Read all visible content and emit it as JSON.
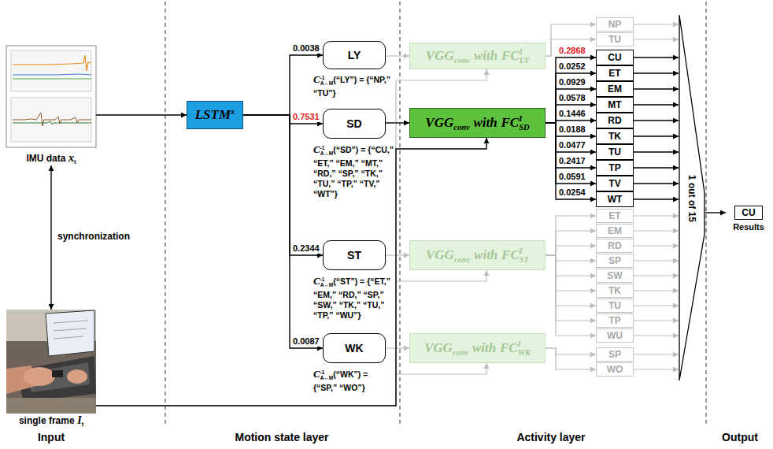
{
  "diagram": {
    "nodes": [
      {
        "text": [
          "IMU data",
          "x",
          "t"
        ]
      },
      {
        "text": [
          "single frame",
          "I",
          "t"
        ]
      },
      {
        "text": [
          "LSTM",
          "x"
        ]
      },
      {
        "text": [
          "LY"
        ]
      },
      {
        "text": [
          "SD"
        ]
      },
      {
        "text": [
          "ST"
        ]
      },
      {
        "text": [
          "WK"
        ]
      },
      {
        "text": [
          "VGG",
          "conv",
          "with",
          "FC",
          "I",
          "LY"
        ]
      },
      {
        "text": [
          "VGG",
          "conv",
          "with",
          "FC",
          "I",
          "SD"
        ]
      },
      {
        "text": [
          "VGG",
          "conv",
          "with",
          "FC",
          "I",
          "ST"
        ]
      },
      {
        "text": [
          "VGG",
          "conv",
          "with",
          "FC",
          "I",
          "WK"
        ]
      },
      {
        "text": [
          "NP"
        ]
      },
      {
        "text": [
          "TU"
        ]
      },
      {
        "text": [
          "CU"
        ]
      },
      {
        "text": [
          "ET"
        ]
      },
      {
        "text": [
          "EM"
        ]
      },
      {
        "text": [
          "MT"
        ]
      },
      {
        "text": [
          "RD"
        ]
      },
      {
        "text": [
          "TK"
        ]
      },
      {
        "text": [
          "TU"
        ]
      },
      {
        "text": [
          "TP"
        ]
      },
      {
        "text": [
          "TV"
        ]
      },
      {
        "text": [
          "WT"
        ]
      },
      {
        "text": [
          "ET"
        ]
      },
      {
        "text": [
          "EM"
        ]
      },
      {
        "text": [
          "RD"
        ]
      },
      {
        "text": [
          "SP"
        ]
      },
      {
        "text": [
          "SW"
        ]
      },
      {
        "text": [
          "TK"
        ]
      },
      {
        "text": [
          "TU"
        ]
      },
      {
        "text": [
          "TP"
        ]
      },
      {
        "text": [
          "WU"
        ]
      },
      {
        "text": [
          "SP"
        ]
      },
      {
        "text": [
          "WO"
        ]
      },
      {
        "text": [
          "1 out of 15"
        ]
      },
      {
        "text": [
          "CU",
          "Results"
        ]
      }
    ],
    "edges": [
      {
        "from": 0,
        "to": 2,
        "arrow": "to"
      },
      {
        "from": 0,
        "to": 1,
        "label": "synchronization",
        "arrow": "both"
      },
      {
        "from": 2,
        "to": 3,
        "label": "0.0038",
        "arrow": "to"
      },
      {
        "from": 2,
        "to": 4,
        "label": "0.7531",
        "arrow": "to"
      },
      {
        "from": 2,
        "to": 5,
        "label": "0.2344",
        "arrow": "to"
      },
      {
        "from": 2,
        "to": 6,
        "label": "0.0087",
        "arrow": "to"
      },
      {
        "from": 3,
        "to": 7,
        "arrow": "to"
      },
      {
        "from": 4,
        "to": 8,
        "arrow": "to"
      },
      {
        "from": 5,
        "to": 9,
        "arrow": "to"
      },
      {
        "from": 6,
        "to": 10,
        "arrow": "to"
      },
      {
        "from": 1,
        "to": 7,
        "arrow": "to"
      },
      {
        "from": 1,
        "to": 8,
        "arrow": "to"
      },
      {
        "from": 1,
        "to": 9,
        "arrow": "to"
      },
      {
        "from": 1,
        "to": 10,
        "arrow": "to"
      },
      {
        "from": 7,
        "to": 11,
        "arrow": "to"
      },
      {
        "from": 7,
        "to": 12,
        "arrow": "to"
      },
      {
        "from": 8,
        "to": 13,
        "label": "0.2868",
        "arrow": "to"
      },
      {
        "from": 8,
        "to": 14,
        "label": "0.0252",
        "arrow": "to"
      },
      {
        "from": 8,
        "to": 15,
        "label": "0.0929",
        "arrow": "to"
      },
      {
        "from": 8,
        "to": 16,
        "label": "0.0578",
        "arrow": "to"
      },
      {
        "from": 8,
        "to": 17,
        "label": "0.1446",
        "arrow": "to"
      },
      {
        "from": 8,
        "to": 18,
        "label": "0.0188",
        "arrow": "to"
      },
      {
        "from": 8,
        "to": 19,
        "label": "0.0477",
        "arrow": "to"
      },
      {
        "from": 8,
        "to": 20,
        "label": "0.2417",
        "arrow": "to"
      },
      {
        "from": 8,
        "to": 21,
        "label": "0.0591",
        "arrow": "to"
      },
      {
        "from": 8,
        "to": 22,
        "label": "0.0254",
        "arrow": "to"
      },
      {
        "from": 9,
        "to": 23,
        "arrow": "to"
      },
      {
        "from": 9,
        "to": 24,
        "arrow": "to"
      },
      {
        "from": 9,
        "to": 25,
        "arrow": "to"
      },
      {
        "from": 9,
        "to": 26,
        "arrow": "to"
      },
      {
        "from": 9,
        "to": 27,
        "arrow": "to"
      },
      {
        "from": 9,
        "to": 28,
        "arrow": "to"
      },
      {
        "from": 9,
        "to": 29,
        "arrow": "to"
      },
      {
        "from": 9,
        "to": 30,
        "arrow": "to"
      },
      {
        "from": 9,
        "to": 31,
        "arrow": "to"
      },
      {
        "from": 10,
        "to": 32,
        "arrow": "to"
      },
      {
        "from": 10,
        "to": 33,
        "arrow": "to"
      },
      {
        "from": 11,
        "to": 34,
        "arrow": "to"
      },
      {
        "from": 12,
        "to": 34,
        "arrow": "to"
      },
      {
        "from": 13,
        "to": 34,
        "arrow": "to"
      },
      {
        "from": 14,
        "to": 34,
        "arrow": "to"
      },
      {
        "from": 15,
        "to": 34,
        "arrow": "to"
      },
      {
        "from": 16,
        "to": 34,
        "arrow": "to"
      },
      {
        "from": 17,
        "to": 34,
        "arrow": "to"
      },
      {
        "from": 18,
        "to": 34,
        "arrow": "to"
      },
      {
        "from": 19,
        "to": 34,
        "arrow": "to"
      },
      {
        "from": 20,
        "to": 34,
        "arrow": "to"
      },
      {
        "from": 21,
        "to": 34,
        "arrow": "to"
      },
      {
        "from": 22,
        "to": 34,
        "arrow": "to"
      },
      {
        "from": 23,
        "to": 34,
        "arrow": "to"
      },
      {
        "from": 24,
        "to": 34,
        "arrow": "to"
      },
      {
        "from": 25,
        "to": 34,
        "arrow": "to"
      },
      {
        "from": 26,
        "to": 34,
        "arrow": "to"
      },
      {
        "from": 27,
        "to": 34,
        "arrow": "to"
      },
      {
        "from": 28,
        "to": 34,
        "arrow": "to"
      },
      {
        "from": 29,
        "to": 34,
        "arrow": "to"
      },
      {
        "from": 30,
        "to": 34,
        "arrow": "to"
      },
      {
        "from": 31,
        "to": 34,
        "arrow": "to"
      },
      {
        "from": 32,
        "to": 34,
        "arrow": "to"
      },
      {
        "from": 33,
        "to": 34,
        "arrow": "to"
      },
      {
        "from": 34,
        "to": 35,
        "arrow": "to"
      }
    ],
    "labels": [
      "C",
      "-1",
      "A↔M",
      "(“LY”) = {“NP,” “TU”}",
      "C",
      "-1",
      "A↔M",
      "(“SD”) = {“CU,” “ET,” “EM,” “MT,” “RD,” “SP,” “TK,” “TU,” “TP,” “TV,” “WT”}",
      "C",
      "-1",
      "A↔M",
      "(“ST”) = {“ET,” “EM,” “RD,” “SP,” “SW,” “TK,” “TU,” “TP,” “WU”}",
      "C",
      "-1",
      "A↔M",
      "(“WK”) = {“SP,” “WO”}",
      "Input",
      "Motion state layer",
      "Activity layer",
      "Output"
    ]
  }
}
